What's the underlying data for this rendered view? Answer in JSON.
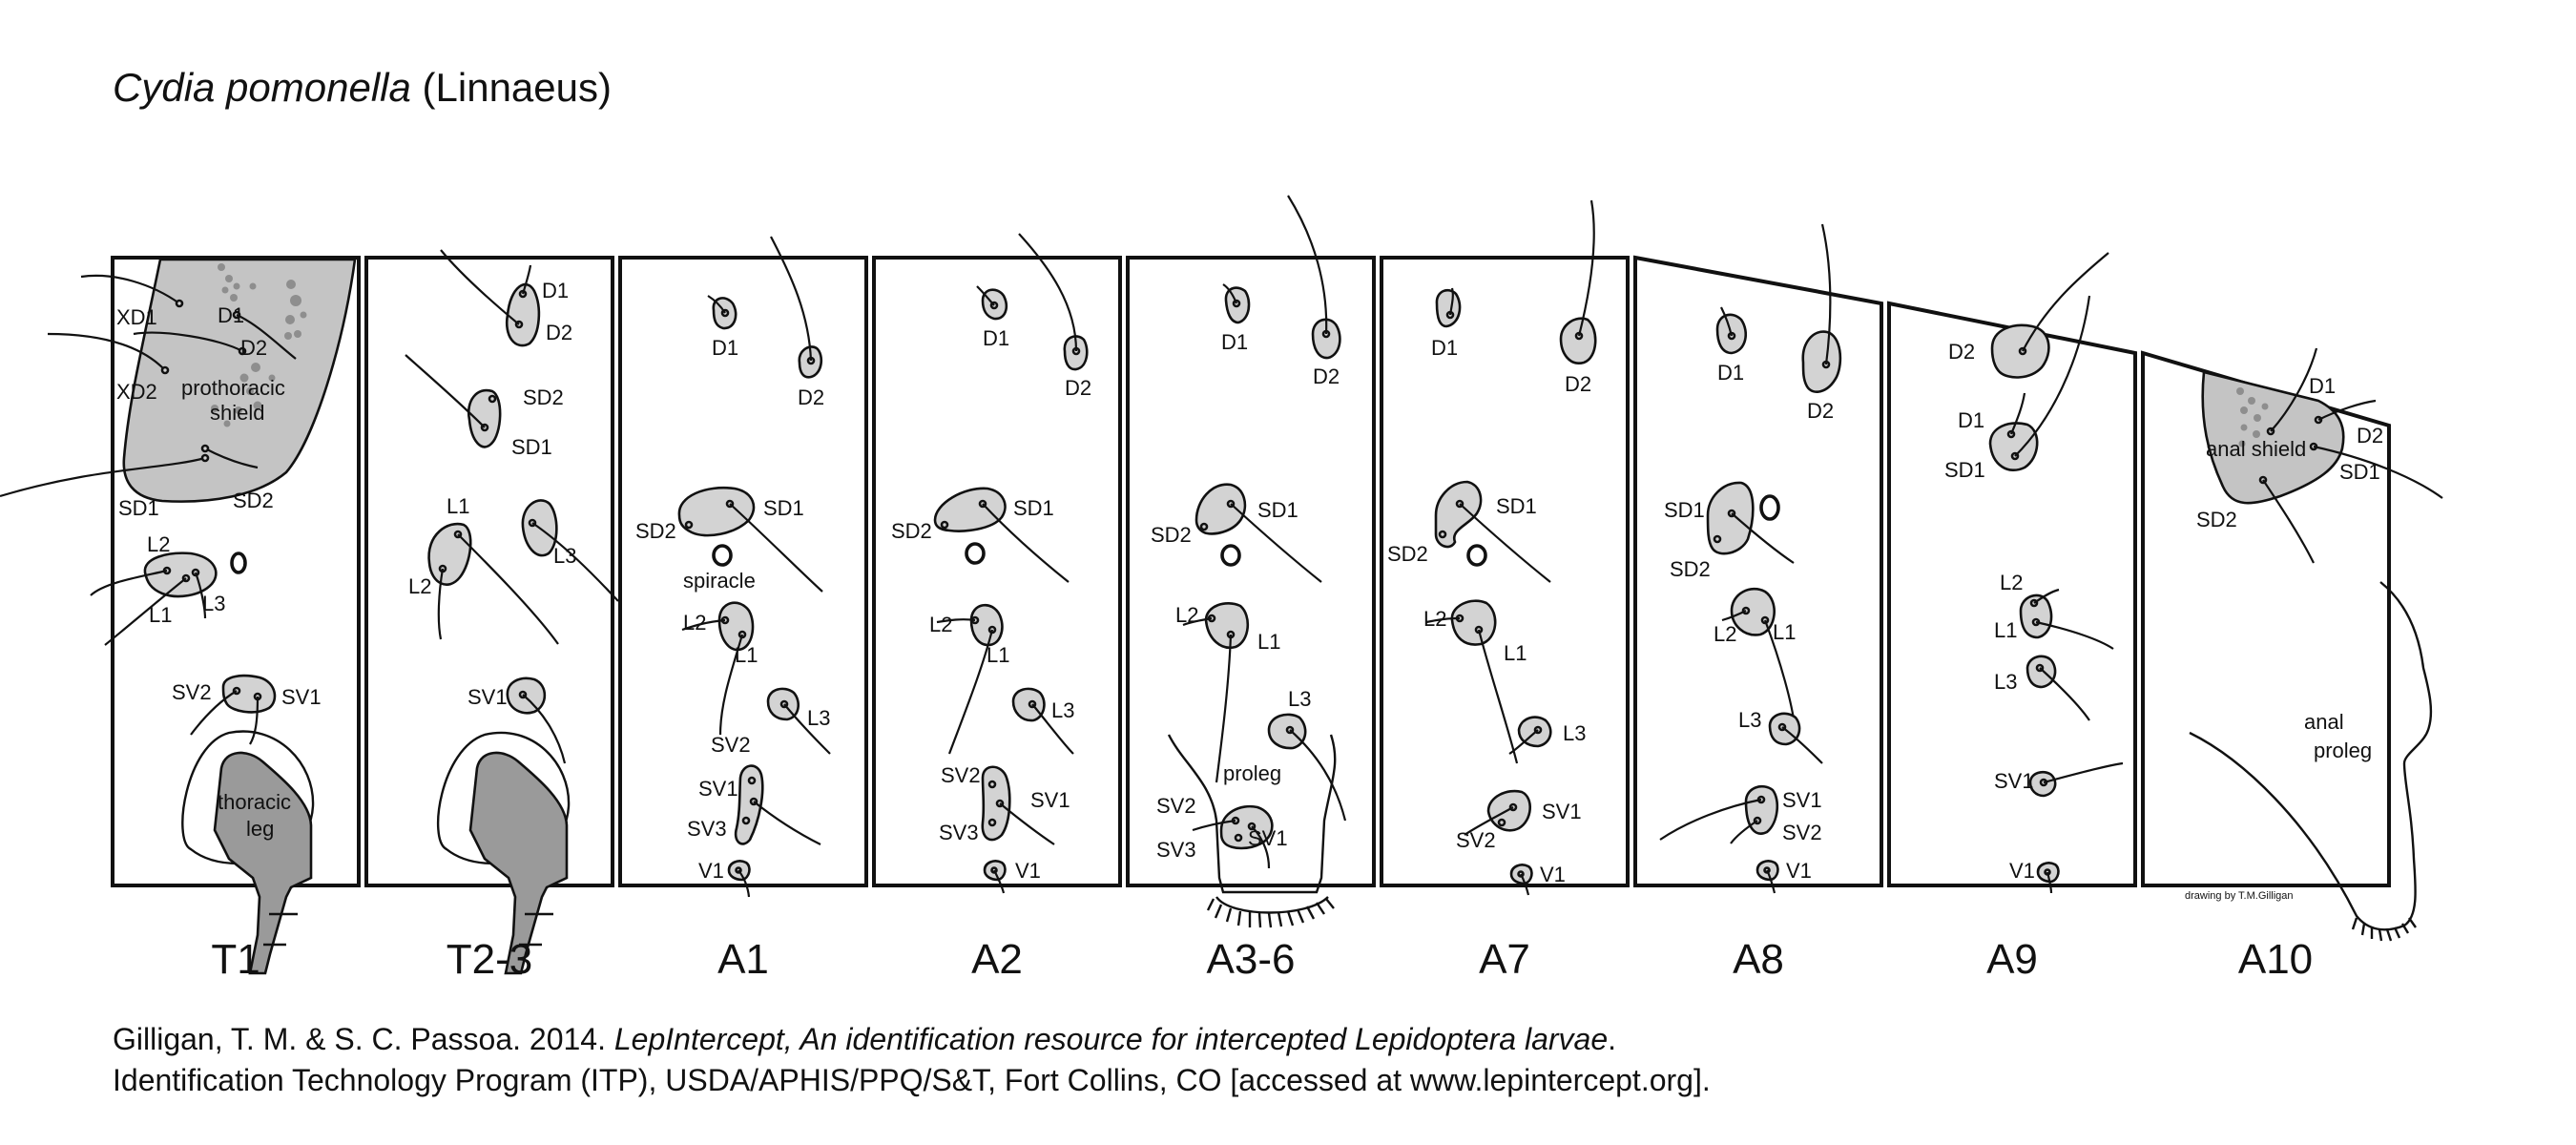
{
  "title": {
    "species": "Cydia pomonella",
    "author": "(Linnaeus)"
  },
  "segments": [
    "T1",
    "T2-3",
    "A1",
    "A2",
    "A3-6",
    "A7",
    "A8",
    "A9",
    "A10"
  ],
  "labels": {
    "t1": {
      "xd1": "XD1",
      "xd2": "XD2",
      "d1": "D1",
      "d2": "D2",
      "shield_1": "prothoracic",
      "shield_2": "shield",
      "sd1": "SD1",
      "sd2": "SD2",
      "l1": "L1",
      "l2": "L2",
      "l3": "L3",
      "sv1": "SV1",
      "sv2": "SV2",
      "leg_1": "thoracic",
      "leg_2": "leg"
    },
    "t23": {
      "d1": "D1",
      "d2": "D2",
      "sd1": "SD1",
      "sd2": "SD2",
      "l1": "L1",
      "l2": "L2",
      "l3": "L3",
      "sv1": "SV1"
    },
    "a1": {
      "d1": "D1",
      "d2": "D2",
      "sd1": "SD1",
      "sd2": "SD2",
      "spiracle": "spiracle",
      "l1": "L1",
      "l2": "L2",
      "l3": "L3",
      "sv1": "SV1",
      "sv2": "SV2",
      "sv3": "SV3",
      "v1": "V1"
    },
    "a2": {
      "d1": "D1",
      "d2": "D2",
      "sd1": "SD1",
      "sd2": "SD2",
      "l1": "L1",
      "l2": "L2",
      "l3": "L3",
      "sv1": "SV1",
      "sv2": "SV2",
      "sv3": "SV3",
      "v1": "V1"
    },
    "a36": {
      "d1": "D1",
      "d2": "D2",
      "sd1": "SD1",
      "sd2": "SD2",
      "l1": "L1",
      "l2": "L2",
      "l3": "L3",
      "proleg": "proleg",
      "sv1": "SV1",
      "sv2": "SV2",
      "sv3": "SV3"
    },
    "a7": {
      "d1": "D1",
      "d2": "D2",
      "sd1": "SD1",
      "sd2": "SD2",
      "l1": "L1",
      "l2": "L2",
      "l3": "L3",
      "sv1": "SV1",
      "sv2": "SV2",
      "v1": "V1"
    },
    "a8": {
      "d1": "D1",
      "d2": "D2",
      "sd1": "SD1",
      "sd2": "SD2",
      "l1": "L1",
      "l2": "L2",
      "l3": "L3",
      "sv1": "SV1",
      "sv2": "SV2",
      "v1": "V1"
    },
    "a9": {
      "d1": "D1",
      "d2": "D2",
      "sd1": "SD1",
      "l1": "L1",
      "l2": "L2",
      "l3": "L3",
      "sv1": "SV1",
      "v1": "V1"
    },
    "a10": {
      "d1": "D1",
      "d2": "D2",
      "shield": "anal shield",
      "sd1": "SD1",
      "sd2": "SD2",
      "proleg_1": "anal",
      "proleg_2": "proleg"
    }
  },
  "credit": "drawing by T.M.Gilligan",
  "citation": {
    "line1_prefix": "Gilligan, T. M. & S. C. Passoa. 2014. ",
    "line1_italic": "LepIntercept, An identification resource for intercepted Lepidoptera larvae",
    "line1_suffix": ".",
    "line2": "Identification Technology Program (ITP), USDA/APHIS/PPQ/S&T, Fort Collins, CO [accessed at www.lepintercept.org]."
  },
  "colors": {
    "pinaculum": "#d3d3d3",
    "shield": "#c4c4c4",
    "leg": "#9a9a9a",
    "outline": "#111111"
  }
}
